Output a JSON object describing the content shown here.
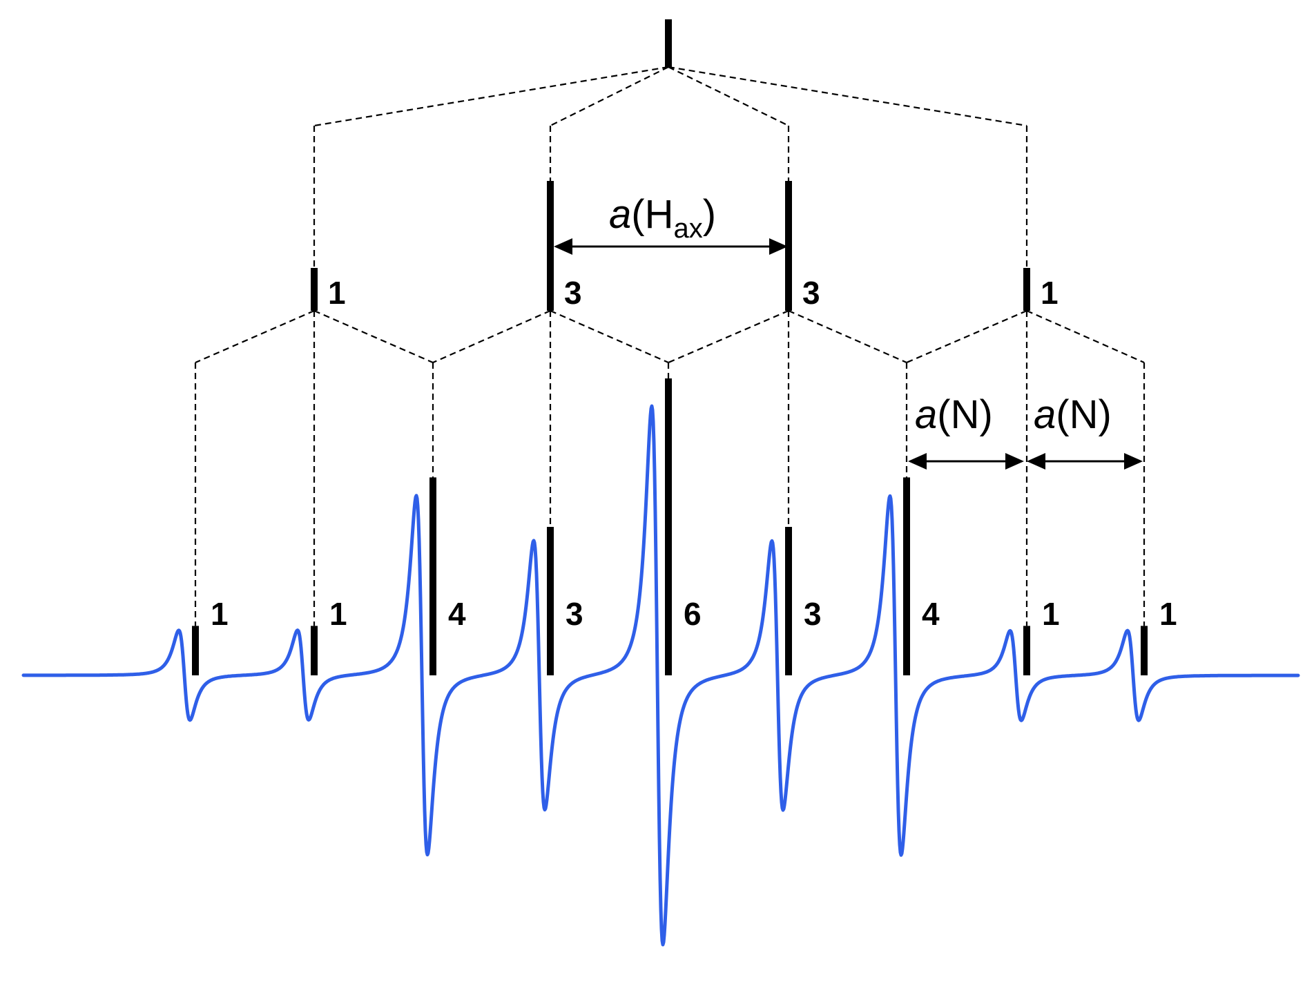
{
  "level_top": {
    "intensity": ""
  },
  "level_mid": {
    "intensities": [
      "1",
      "3",
      "3",
      "1"
    ]
  },
  "level_bottom": {
    "intensities": [
      "1",
      "1",
      "4",
      "3",
      "6",
      "3",
      "4",
      "1",
      "1"
    ],
    "relative_heights": [
      1,
      1,
      4,
      3,
      6,
      3,
      4,
      1,
      1
    ]
  },
  "labels": {
    "hax": {
      "prefix": "a",
      "open": "(",
      "main": "H",
      "sub": "ax",
      "close": ")"
    },
    "n1": {
      "prefix": "a",
      "rest": "(N)"
    },
    "n2": {
      "prefix": "a",
      "rest": "(N)"
    }
  },
  "colors": {
    "spectrum": "#2f5fe8",
    "lines": "#000000"
  }
}
